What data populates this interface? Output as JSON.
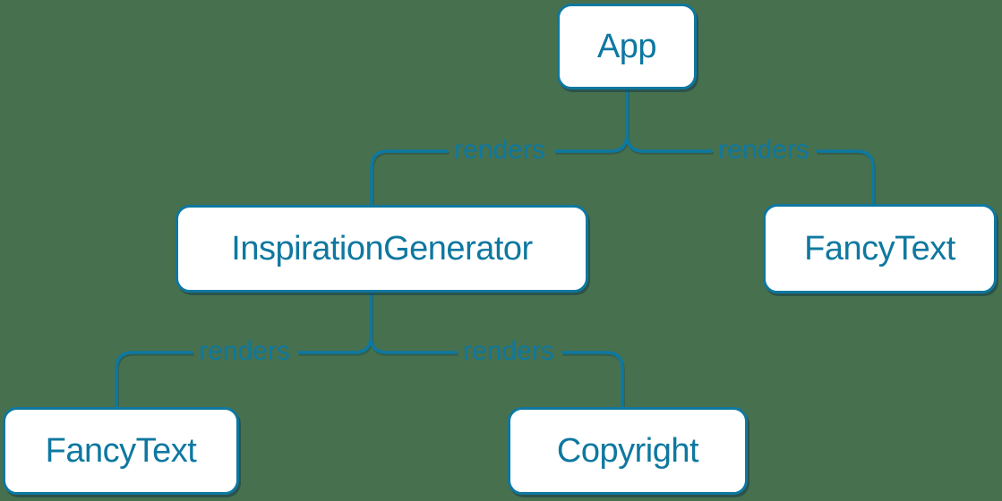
{
  "diagram": {
    "type": "component-tree",
    "background_color": "#47704e",
    "accent_color": "#0e78a0",
    "node_fill_color": "#ffffff",
    "nodes": [
      {
        "id": "app",
        "label": "App"
      },
      {
        "id": "inspiration-generator",
        "label": "InspirationGenerator"
      },
      {
        "id": "fancy-text-top",
        "label": "FancyText"
      },
      {
        "id": "fancy-text-bottom",
        "label": "FancyText"
      },
      {
        "id": "copyright",
        "label": "Copyright"
      }
    ],
    "edges": [
      {
        "from": "App",
        "to": "InspirationGenerator",
        "label": "renders"
      },
      {
        "from": "App",
        "to": "FancyText",
        "label": "renders"
      },
      {
        "from": "InspirationGenerator",
        "to": "FancyText",
        "label": "renders"
      },
      {
        "from": "InspirationGenerator",
        "to": "Copyright",
        "label": "renders"
      }
    ]
  }
}
